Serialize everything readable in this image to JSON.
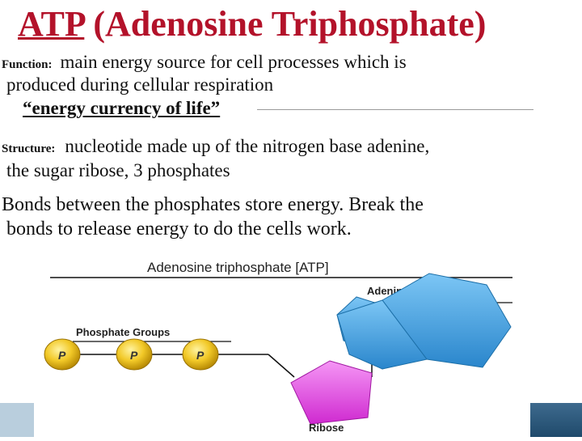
{
  "title": {
    "main": "ATP",
    "rest": " (Adenosine Triphosphate)"
  },
  "function": {
    "label": "Function:",
    "line1": "main energy source for cell processes which is",
    "line2": "produced during cellular respiration",
    "line3": "“energy currency of life”"
  },
  "structure": {
    "label": "Structure:",
    "line1": "nucleotide made up of the nitrogen base adenine,",
    "line2": "the sugar ribose, 3 phosphates"
  },
  "bonds": {
    "line1": "Bonds between the phosphates store energy.  Break the",
    "line2": "bonds to release energy to do the cells work."
  },
  "diagram": {
    "heading": "Adenosine triphosphate [ATP]",
    "adenine_label": "Adenine",
    "phosphate_label": "Phosphate Groups",
    "ribose_label": "Ribose",
    "phosphate_symbols": [
      "P",
      "P",
      "P"
    ],
    "colors": {
      "adenine": "#3a9be0",
      "ribose": "#e040e0",
      "phosphate": "#e6b80e"
    }
  }
}
